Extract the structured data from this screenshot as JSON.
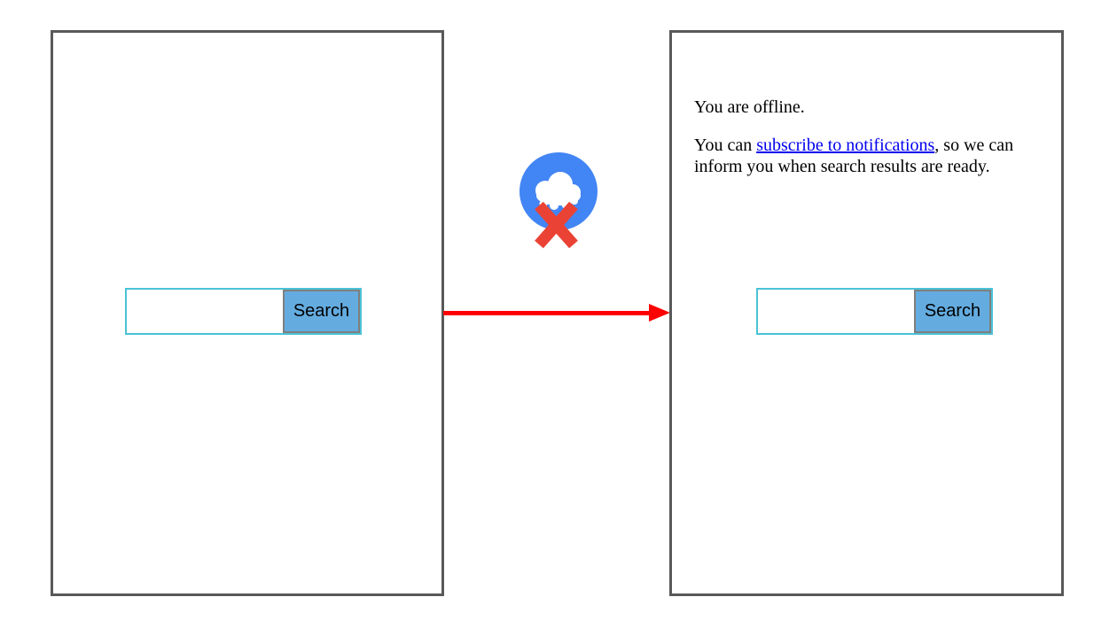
{
  "left_panel": {
    "search_input_value": "",
    "search_button_label": "Search"
  },
  "connector": {
    "icon": "cloud-offline",
    "arrow_direction": "left-to-right"
  },
  "right_panel": {
    "offline_message": "You are offline.",
    "notification_sentence": {
      "prefix": "You can ",
      "link_text": "subscribe to notifications",
      "suffix_line1": ", so we can",
      "suffix_line2": "inform you when search results are ready."
    },
    "search_input_value": "",
    "search_button_label": "Search"
  },
  "colors": {
    "panel_border": "#595959",
    "search_box_border": "#4ac2d6",
    "search_button_background": "#64ace0",
    "search_button_border": "#7f7f7f",
    "icon_circle_blue": "#4285f4",
    "icon_cross_red": "#ea4335",
    "arrow_red": "#ff0000",
    "link_blue": "#0000ee"
  }
}
